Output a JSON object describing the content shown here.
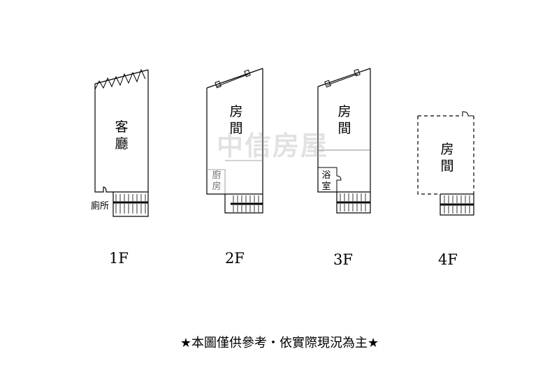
{
  "floors": [
    {
      "floor_label": "1F",
      "rooms": [
        "客廳"
      ],
      "small_rooms": [
        "廁所"
      ]
    },
    {
      "floor_label": "2F",
      "rooms": [
        "房間"
      ],
      "small_rooms": [
        "廚房"
      ]
    },
    {
      "floor_label": "3F",
      "rooms": [
        "房間"
      ],
      "small_rooms": [
        "浴室"
      ]
    },
    {
      "floor_label": "4F",
      "rooms": [
        "房間"
      ],
      "small_rooms": []
    }
  ],
  "watermark": "中信房屋",
  "disclaimer": "★本圖僅供參考・依實際現況為主★",
  "colors": {
    "line": "#000000",
    "watermark": "#969696"
  }
}
